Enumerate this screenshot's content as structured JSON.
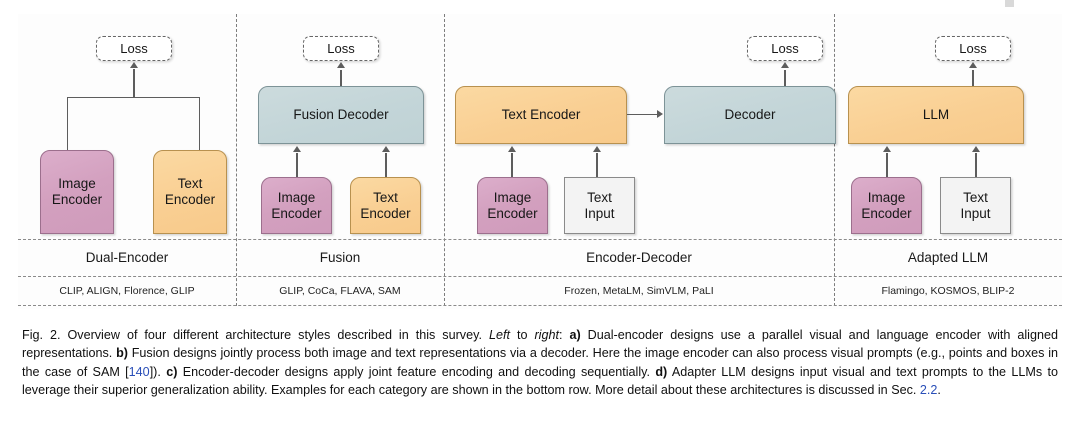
{
  "figure": {
    "panels": [
      {
        "id": "dual-encoder",
        "category": "Dual-Encoder",
        "examples": "CLIP, ALIGN, Florence, GLIP",
        "nodes": {
          "loss": "Loss",
          "image_encoder": "Image\nEncoder",
          "text_encoder": "Text\nEncoder"
        }
      },
      {
        "id": "fusion",
        "category": "Fusion",
        "examples": "GLIP, CoCa, FLAVA, SAM",
        "nodes": {
          "loss": "Loss",
          "fusion_decoder": "Fusion Decoder",
          "image_encoder": "Image\nEncoder",
          "text_encoder": "Text\nEncoder"
        }
      },
      {
        "id": "encoder-decoder",
        "category": "Encoder-Decoder",
        "examples": "Frozen, MetaLM, SimVLM, PaLI",
        "nodes": {
          "loss": "Loss",
          "text_encoder": "Text Encoder",
          "decoder": "Decoder",
          "image_encoder": "Image\nEncoder",
          "text_input": "Text\nInput"
        }
      },
      {
        "id": "adapted-llm",
        "category": "Adapted LLM",
        "examples": "Flamingo, KOSMOS, BLIP-2",
        "nodes": {
          "loss": "Loss",
          "llm": "LLM",
          "image_encoder": "Image\nEncoder",
          "text_input": "Text\nInput"
        }
      }
    ],
    "colors": {
      "pink": "#d3a0bf",
      "orange": "#f9cf93",
      "blue": "#c3d5d8",
      "plain": "#f3f3f3",
      "connector": "#5d5d5d",
      "divider": "#7d7d7d",
      "citation_link": "#2a4fb8"
    }
  },
  "caption": {
    "label": "Fig. 2.",
    "s1": " Overview of four different architecture styles described in this survey. ",
    "i1": "Left",
    "s2": " to ",
    "i2": "right",
    "s3": ": ",
    "b_a": "a)",
    "s4": " Dual-encoder designs use a parallel visual and language encoder with aligned representations. ",
    "b_b": "b)",
    "s5": " Fusion designs jointly process both image and text representations via a decoder. Here the image encoder can also process visual prompts (e.g., points and boxes in the case of SAM [",
    "cite1": "140",
    "s6": "]). ",
    "b_c": "c)",
    "s7": " Encoder-decoder designs apply joint feature encoding and decoding sequentially. ",
    "b_d": "d)",
    "s8": " Adapter LLM designs input visual and text prompts to the LLMs to leverage their superior generalization ability. Examples for each category are shown in the bottom row. More detail about these architectures is discussed in Sec. ",
    "cite2": "2.2",
    "s9": "."
  }
}
